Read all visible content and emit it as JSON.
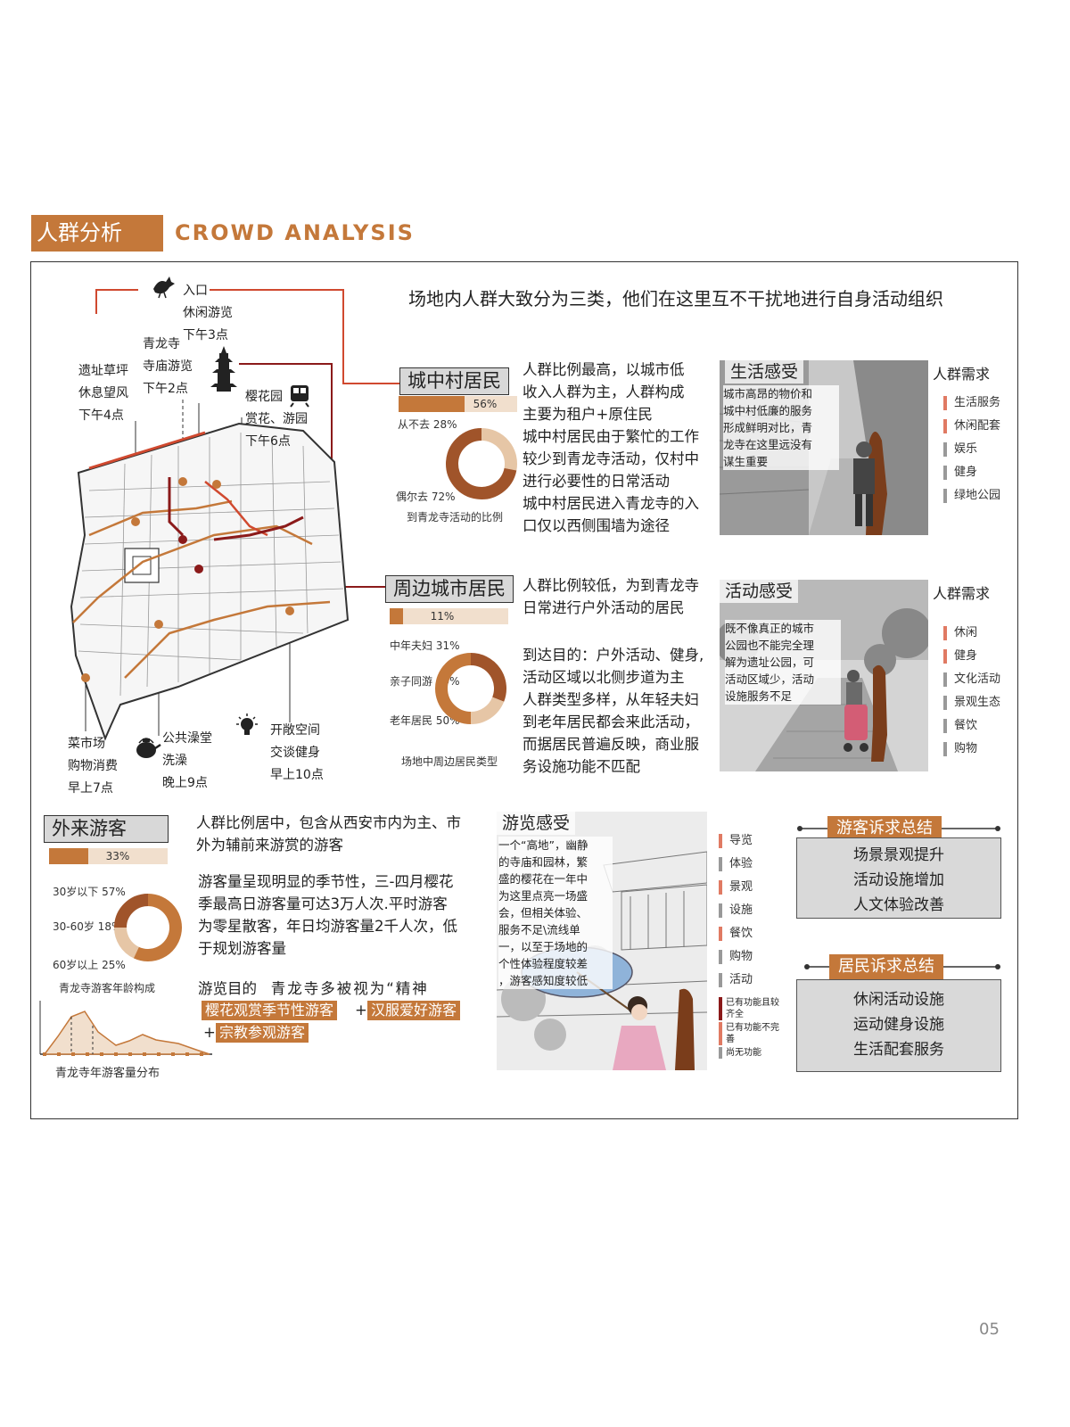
{
  "header": {
    "title_cn": "人群分析",
    "title_en": "CROWD ANALYSIS"
  },
  "intro": "场地内人群大致分为三类，他们在这里互不干扰地进行自身活动组织",
  "map_labels": {
    "entrance": [
      "入口",
      "休闲游览",
      "下午3点"
    ],
    "temple": [
      "青龙寺",
      "寺庙游览",
      "下午2点"
    ],
    "ruins": [
      "遗址草坪",
      "休息望风",
      "下午4点"
    ],
    "sakura": [
      "樱花园",
      "赏花、游园",
      "下午6点"
    ],
    "market": [
      "菜市场",
      "购物消费",
      "早上7点"
    ],
    "bath": [
      "公共澡堂",
      "洗澡",
      "晚上9点"
    ],
    "open": [
      "开敞空间",
      "交谈健身",
      "早上10点"
    ]
  },
  "villagers": {
    "label": "城中村居民",
    "percent": 0.56,
    "percent_text": "56%",
    "donut": {
      "a_label": "从不去 28%",
      "b_label": "偶尔去 72%",
      "caption": "到青龙寺活动的比例",
      "a": 0.28,
      "b": 0.72
    },
    "desc": [
      "人群比例最高，以城市低",
      "收入人群为主，人群构成",
      "主要为租户+原住民",
      "城中村居民由于繁忙的工作",
      "较少到青龙寺活动，仅村中",
      "进行必要性的日常活动",
      "城中村居民进入青龙寺的入",
      "口仅以西侧围墙为途径"
    ],
    "photo_title": "生活感受",
    "photo_text": [
      "城市高昂的物价和",
      "城中村低廉的服务",
      "形成鲜明对比，青",
      "龙寺在这里远没有",
      "谋生重要"
    ],
    "needs_title": "人群需求",
    "needs": [
      {
        "label": "生活服务",
        "hi": true
      },
      {
        "label": "休闲配套",
        "hi": true
      },
      {
        "label": "娱乐",
        "hi": false
      },
      {
        "label": "健身",
        "hi": false
      },
      {
        "label": "绿地公园",
        "hi": false
      }
    ]
  },
  "citizens": {
    "label": "周边城市居民",
    "percent": 0.11,
    "percent_text": "11%",
    "donut": {
      "a_label": "中年夫妇 31%",
      "b_label": "亲子同游 19%",
      "c_label": "老年居民 50%",
      "caption": "场地中周边居民类型",
      "a": 0.31,
      "b": 0.19,
      "c": 0.5
    },
    "desc1": [
      "人群比例较低，为到青龙寺",
      "日常进行户外活动的居民"
    ],
    "desc2": [
      "到达目的：户外活动、健身,",
      "活动区域以北侧步道为主",
      "人群类型多样，从年轻夫妇",
      "到老年居民都会来此活动，",
      "而据居民普遍反映，商业服",
      "务设施功能不匹配"
    ],
    "photo_title": "活动感受",
    "photo_text": [
      "既不像真正的城市",
      "公园也不能完全理",
      "解为遗址公园，可",
      "活动区域少，活动",
      "设施服务不足"
    ],
    "needs_title": "人群需求",
    "needs": [
      {
        "label": "休闲",
        "hi": true
      },
      {
        "label": "健身",
        "hi": true
      },
      {
        "label": "文化活动",
        "hi": false
      },
      {
        "label": "景观生态",
        "hi": false
      },
      {
        "label": "餐饮",
        "hi": false
      },
      {
        "label": "购物",
        "hi": false
      }
    ]
  },
  "tourists": {
    "label": "外来游客",
    "percent": 0.33,
    "percent_text": "33%",
    "donut": {
      "a_label": "30岁以下 57%",
      "b_label": "30-60岁 18%",
      "c_label": "60岁以上 25%",
      "caption": "青龙寺游客年龄构成",
      "a": 0.57,
      "b": 0.18,
      "c": 0.25
    },
    "desc1": [
      "人群比例居中，包含从西安市内为主、市",
      "外为辅前来游赏的游客"
    ],
    "desc2": [
      "游客量呈现明显的季节性，三-四月樱花",
      "季最高日游客量可达3万人次.平时游客",
      "为零星散客，年日均游客量2千人次，低",
      "于规划游客量"
    ],
    "purpose_label": "游览目的",
    "purpose_text": "青龙寺多被视为“精神",
    "tags": [
      "樱花观赏季节性游客",
      "汉服爱好游客",
      "宗教参观游客"
    ],
    "plus": "+",
    "chart_caption": "青龙寺年游客量分布",
    "photo_title": "游览感受",
    "photo_text": [
      "一个“高地”，幽静",
      "的寺庙和园林，繁",
      "盛的樱花在一年中",
      "为这里点亮一场盛",
      "会，但相关体验、",
      "服务不足\\流线单",
      "一，以至于场地的",
      "个性体验程度较差",
      "，游客感知度较低"
    ],
    "needs": [
      {
        "label": "导览",
        "hi": true
      },
      {
        "label": "体验",
        "hi": false
      },
      {
        "label": "景观",
        "hi": true
      },
      {
        "label": "设施",
        "hi": false
      },
      {
        "label": "餐饮",
        "hi": true
      },
      {
        "label": "购物",
        "hi": false
      },
      {
        "label": "活动",
        "hi": false
      }
    ],
    "legend": [
      "已有功能且较齐全",
      "已有功能不完善",
      "尚无功能"
    ]
  },
  "summary_tourist": {
    "title": "游客诉求总结",
    "items": [
      "场景景观提升",
      "活动设施增加",
      "人文体验改善"
    ]
  },
  "summary_resident": {
    "title": "居民诉求总结",
    "items": [
      "休闲活动设施",
      "运动健身设施",
      "生活配套服务"
    ]
  },
  "page_number": "05",
  "colors": {
    "accent": "#c4783a",
    "light": "#f1dfcd",
    "red": "#d0492f",
    "dark_red": "#8b1a1a",
    "brown": "#7a3d1b"
  }
}
